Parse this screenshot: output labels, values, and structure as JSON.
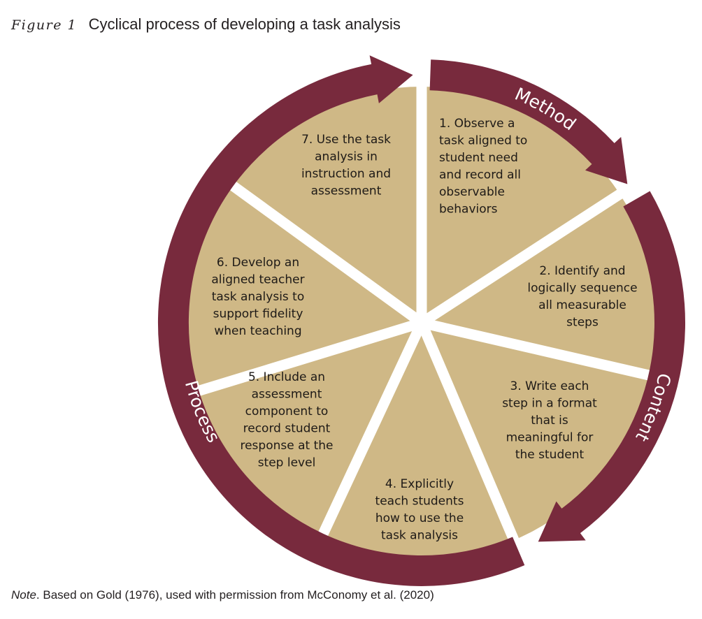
{
  "figure": {
    "label": "Figure 1",
    "caption": "Cyclical process of developing a task analysis"
  },
  "note": {
    "prefix": "Note",
    "text": ". Based on Gold (1976), used with permission from McConomy et al. (2020)"
  },
  "colors": {
    "ring": "#782a3d",
    "segment": "#cfb886",
    "divider": "#ffffff",
    "text": "#1e1a17"
  },
  "ring_labels": [
    {
      "id": "method",
      "text": "Method"
    },
    {
      "id": "content",
      "text": "Content"
    },
    {
      "id": "process",
      "text": "Process"
    }
  ],
  "steps": [
    {
      "number": 1,
      "lines": [
        "1. Observe a",
        "task aligned to",
        "student need",
        "and record all",
        "observable",
        "behaviors"
      ]
    },
    {
      "number": 2,
      "lines": [
        "2. Identify and",
        "logically sequence",
        "all measurable",
        "steps"
      ]
    },
    {
      "number": 3,
      "lines": [
        "3. Write each",
        "step in a format",
        "that is",
        "meaningful for",
        "the student"
      ]
    },
    {
      "number": 4,
      "lines": [
        "4. Explicitly",
        "teach students",
        "how to use the",
        "task analysis"
      ]
    },
    {
      "number": 5,
      "lines": [
        "5. Include an",
        "assessment",
        "component to",
        "record student",
        "response at the",
        "step level"
      ]
    },
    {
      "number": 6,
      "lines": [
        "6. Develop an",
        "aligned teacher",
        "task analysis to",
        "support fidelity",
        "when teaching"
      ]
    },
    {
      "number": 7,
      "lines": [
        "7. Use the task",
        "analysis in",
        "instruction and",
        "assessment"
      ]
    }
  ]
}
